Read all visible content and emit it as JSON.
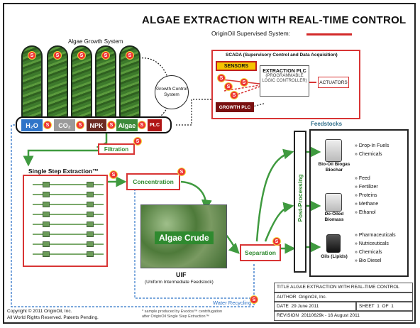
{
  "header": {
    "title": "ALGAE EXTRACTION WITH REAL-TIME CONTROL",
    "supervised_label": "OriginOil Supervised System:"
  },
  "growth": {
    "label": "Algae Growth System",
    "control_label": "Growth Control System",
    "feeds": [
      {
        "label": "H₂O",
        "color": "#2f74c8"
      },
      {
        "label": "CO₂",
        "color": "#9a9a9a"
      },
      {
        "label": "NPK",
        "color": "#6b2a22"
      },
      {
        "label": "Algae",
        "color": "#3c8a3a"
      }
    ],
    "plc_label": "PLC"
  },
  "badge_letter": "S",
  "scada": {
    "title": "SCADA (Supervisory Control and Data Acquisition)",
    "sensors": "SENSORS",
    "extraction_plc": "EXTRACTION PLC",
    "plc_detail": "(PROGRAMMABLE LOGIC CONTROLLER)",
    "actuators": "ACTUATORS",
    "growth_plc": "GROWTH PLC"
  },
  "process": {
    "filtration": "Filtration",
    "single_step": "Single Step Extraction™",
    "concentration": "Concentration",
    "algae_crude": "Algae Crude",
    "uif": "UIF",
    "uif_full": "(Uniform Intermediate Feedstock)",
    "separation": "Separation",
    "post_processing": "Post-Processing",
    "water_recycling": "Water Recycling",
    "sample_note_1": "* sample produced by Evodos™ centrifugation",
    "sample_note_2": "after OriginOil Single Step Extraction™"
  },
  "feedstocks": {
    "title": "Feedstocks",
    "groups": [
      {
        "label": "Bio-Oil Biogas Biochar",
        "items": [
          "Drop-In Fuels",
          "Chemicals"
        ]
      },
      {
        "label": "De-Oiled Biomass",
        "items": [
          "Feed",
          "Fertilizer",
          "Proteins",
          "Methane",
          "Ethanol"
        ]
      },
      {
        "label": "Oils (Lipids)",
        "items": [
          "Pharmaceuticals",
          "Nutriceuticals",
          "Chemicals",
          "Bio Diesel"
        ]
      }
    ]
  },
  "title_block": {
    "title_key": "TITLE",
    "title_val": "ALGAE EXTRACTION WITH REAL-TIME CONTROL",
    "author_key": "AUTHOR",
    "author_val": "OriginOil, Inc.",
    "date_key": "DATE",
    "date_val": "29 June 2011",
    "sheet_key": "SHEET",
    "sheet_val": "1",
    "of_key": "OF",
    "of_val": "1",
    "revision_key": "REVISION",
    "revision_val": "20110629k - 16 August 2011"
  },
  "copyright": {
    "line1": "Copyright © 2011 OriginOil, Inc.",
    "line2": "All World Rights Reserved. Patents Pending."
  },
  "colors": {
    "red": "#d83535",
    "green": "#3f9a3f",
    "blue": "#2f74c8"
  }
}
